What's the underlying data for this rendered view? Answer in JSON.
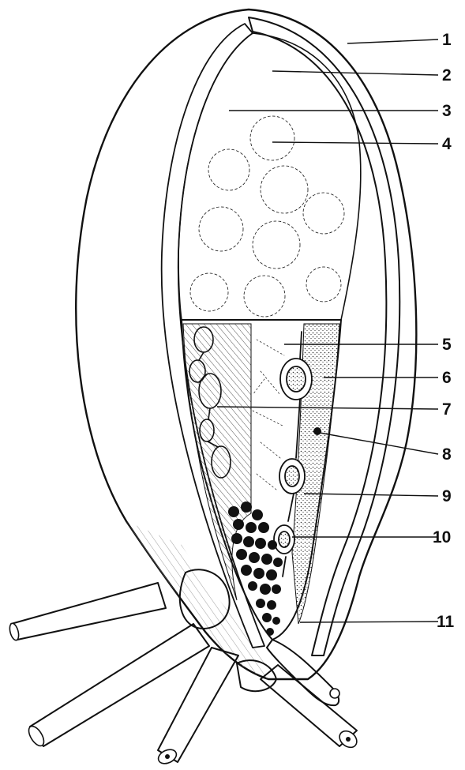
{
  "labels": [
    "1",
    "2",
    "3",
    "4",
    "5",
    "6",
    "7",
    "8",
    "9",
    "10",
    "11"
  ],
  "colors": {
    "ink": "#111111",
    "paper": "#ffffff",
    "hatch": "#555555"
  }
}
